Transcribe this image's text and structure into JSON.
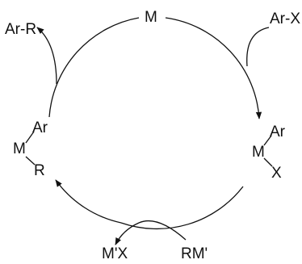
{
  "diagram": {
    "type": "catalytic-cycle",
    "colors": {
      "stroke": "#111111",
      "background": "#ffffff"
    },
    "nodes": {
      "catalyst": "M",
      "oxidative_addition_complex": {
        "metal": "M",
        "top": "Ar",
        "bottom": "X"
      },
      "transmetalation_complex": {
        "metal": "M",
        "top": "Ar",
        "bottom": "R"
      }
    },
    "reagents_in": {
      "aryl_halide": "Ar-X",
      "organometallic": "RM'"
    },
    "products_out": {
      "coupled_product": "Ar-R",
      "byproduct": "M'X"
    }
  }
}
